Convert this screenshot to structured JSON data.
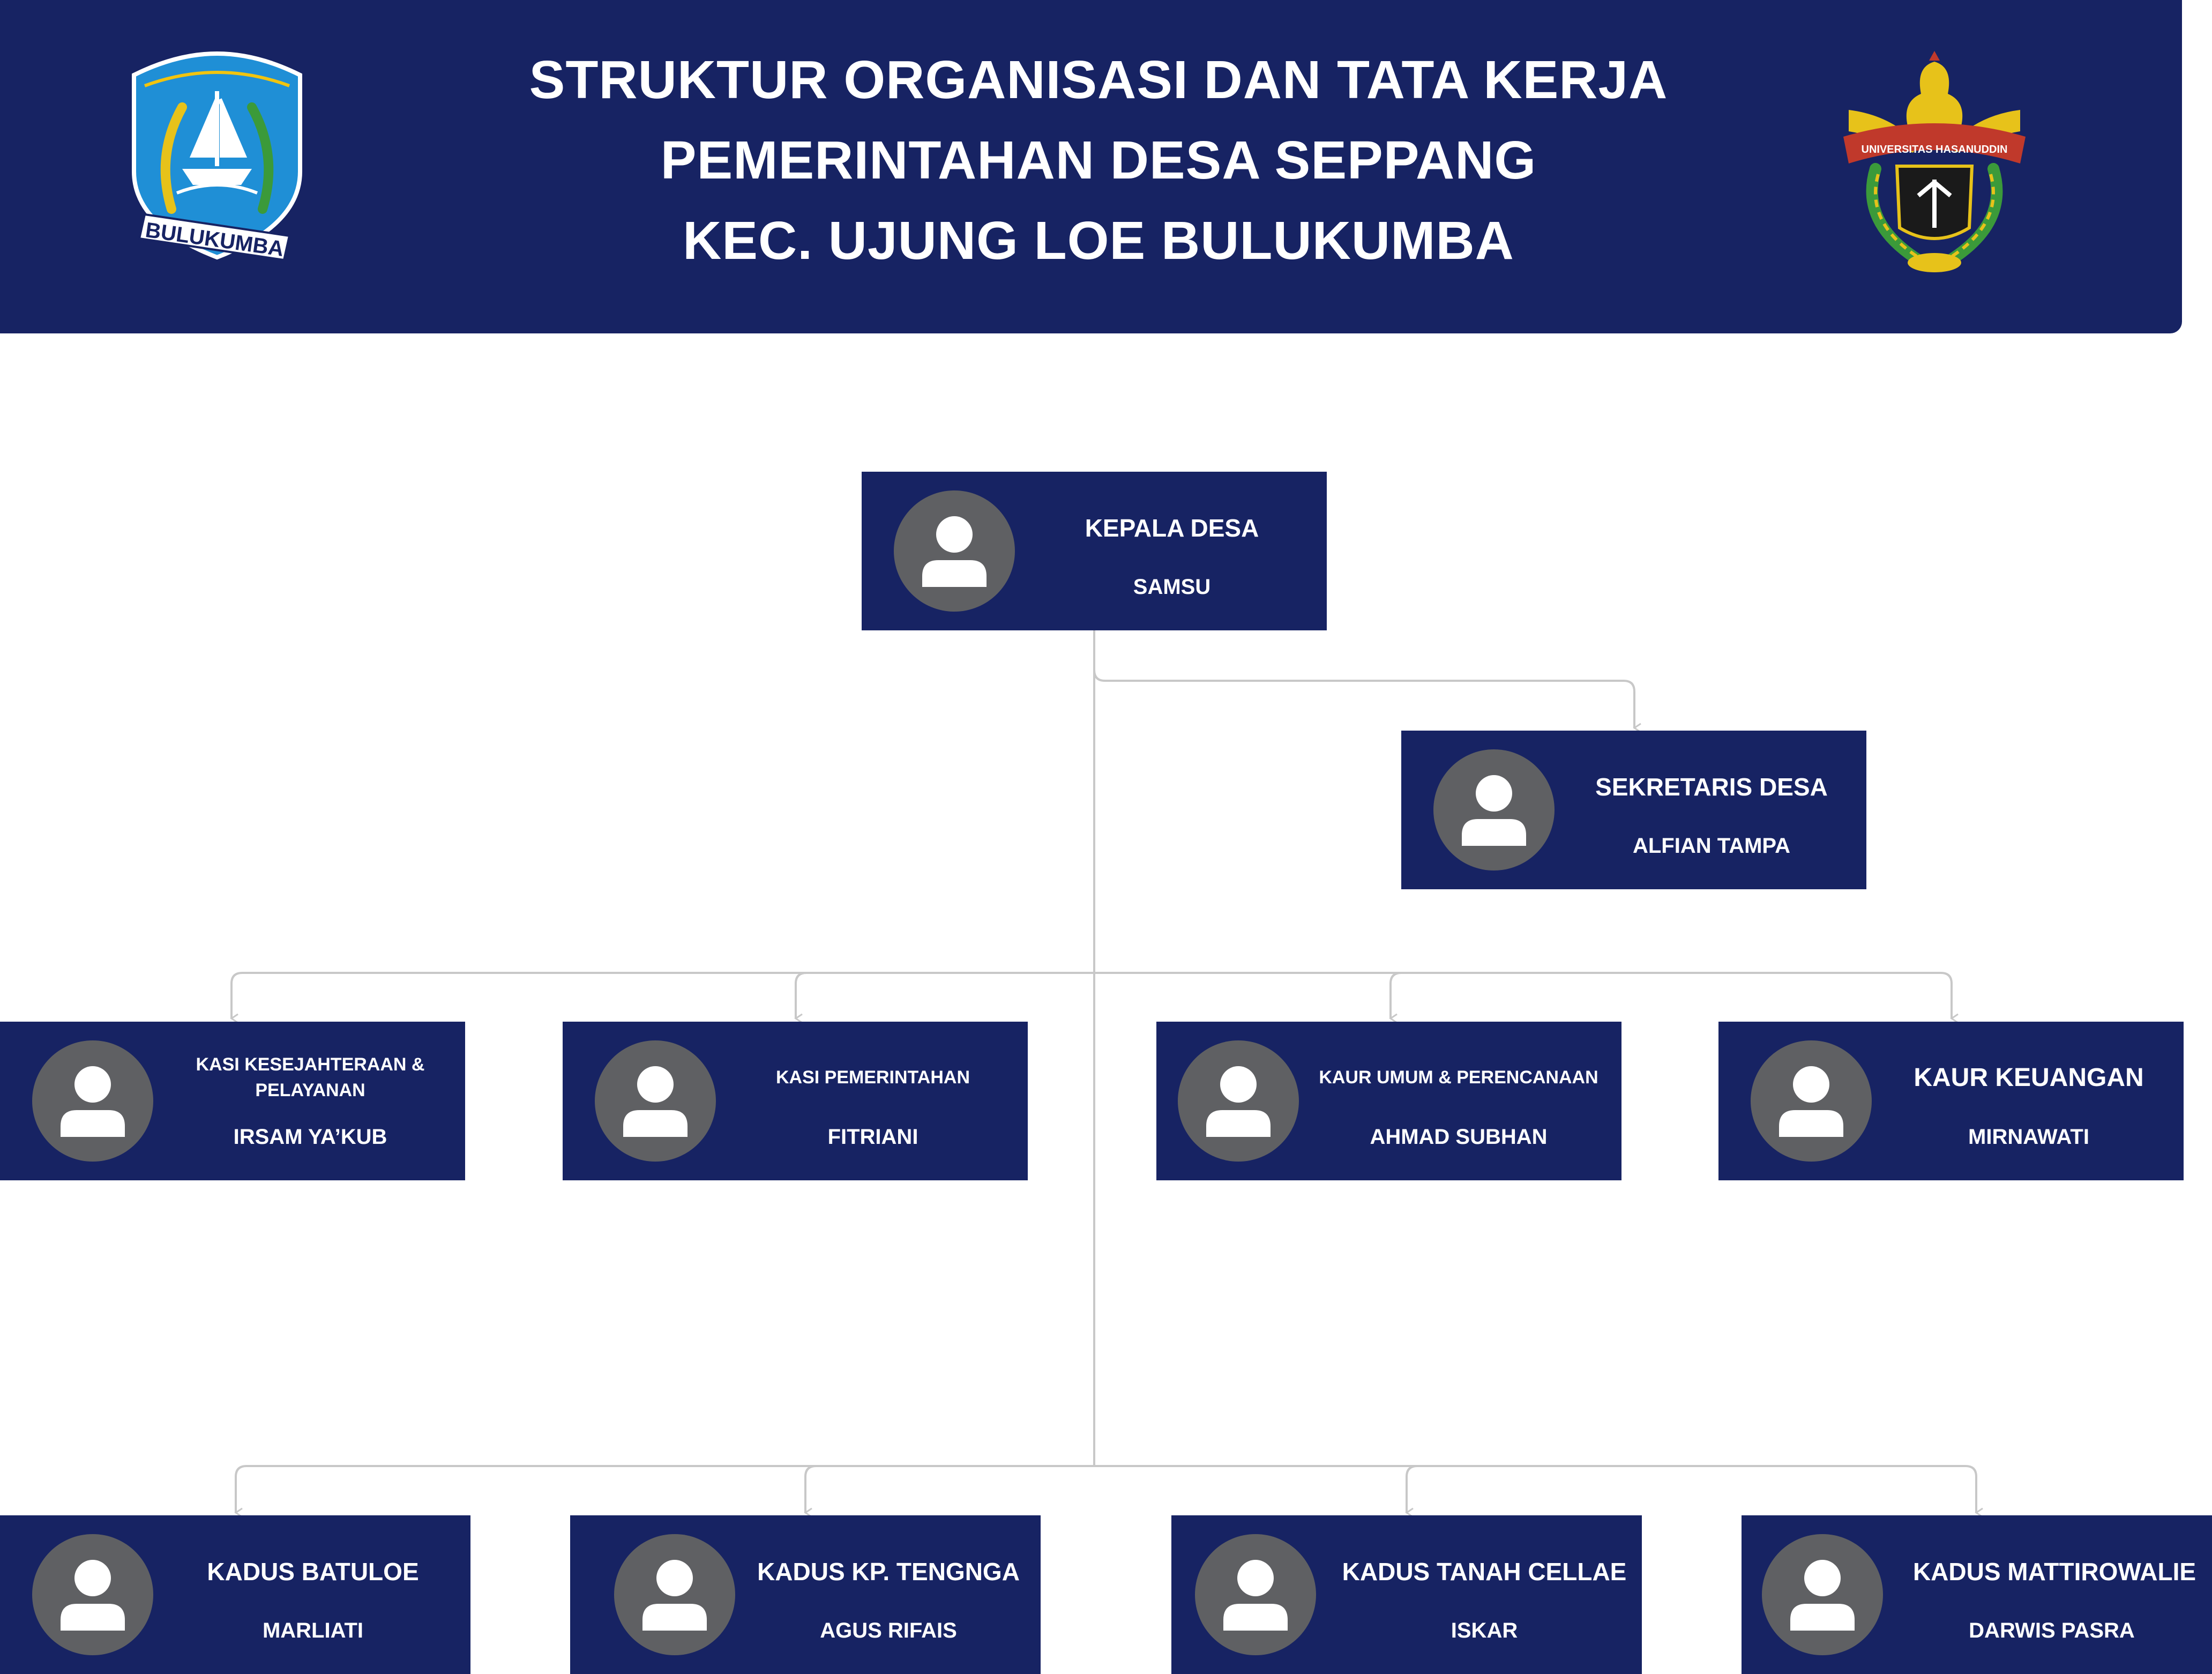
{
  "header": {
    "title_lines": [
      "STRUKTUR ORGANISASI DAN TATA KERJA",
      "PEMERINTAHAN DESA SEPPANG",
      "KEC. UJUNG LOE BULUKUMBA"
    ],
    "left_logo": {
      "icon": "bulukumba-emblem-icon",
      "text": "BULUKUMBA"
    },
    "right_logo": {
      "icon": "unhas-emblem-icon",
      "text": "UNIVERSITAS HASANUDDIN"
    }
  },
  "colors": {
    "header_bg": "#172363",
    "card_bg": "#172363",
    "avatar_bg": "#5f6063",
    "connector": "#c8c8c8",
    "text": "#ffffff"
  },
  "nodes": [
    {
      "id": "kepala-desa",
      "role": "KEPALA DESA",
      "name": "SAMSU",
      "avatar_icon": "person-icon"
    },
    {
      "id": "sekretaris-desa",
      "role": "SEKRETARIS DESA",
      "name": "ALFIAN TAMPA",
      "avatar_icon": "person-icon"
    },
    {
      "id": "kasi-kesejahteraan",
      "role": "KASI KESEJAHTERAAN & PELAYANAN",
      "name": "IRSAM YA’KUB",
      "avatar_icon": "person-icon"
    },
    {
      "id": "kasi-pemerintahan",
      "role": "KASI PEMERINTAHAN",
      "name": "FITRIANI",
      "avatar_icon": "person-icon"
    },
    {
      "id": "kaur-umum",
      "role": "KAUR UMUM & PERENCANAAN",
      "name": "AHMAD SUBHAN",
      "avatar_icon": "person-icon"
    },
    {
      "id": "kaur-keuangan",
      "role": "KAUR KEUANGAN",
      "name": "MIRNAWATI",
      "avatar_icon": "person-icon"
    },
    {
      "id": "kadus-batuloe",
      "role": "KADUS BATULOE",
      "name": "MARLIATI",
      "avatar_icon": "person-icon"
    },
    {
      "id": "kadus-kp-tengnga",
      "role": "KADUS KP. TENGNGA",
      "name": "AGUS RIFAIS",
      "avatar_icon": "person-icon"
    },
    {
      "id": "kadus-tanah-cellae",
      "role": "KADUS TANAH CELLAE",
      "name": "ISKAR",
      "avatar_icon": "person-icon"
    },
    {
      "id": "kadus-mattirowalie",
      "role": "KADUS MATTIROWALIE",
      "name": "DARWIS PASRA",
      "avatar_icon": "person-icon"
    }
  ],
  "edges": [
    {
      "from": "kepala-desa",
      "to": "sekretaris-desa"
    },
    {
      "from": "kepala-desa",
      "to": "kasi-kesejahteraan"
    },
    {
      "from": "kepala-desa",
      "to": "kasi-pemerintahan"
    },
    {
      "from": "kepala-desa",
      "to": "kaur-umum"
    },
    {
      "from": "kepala-desa",
      "to": "kaur-keuangan"
    },
    {
      "from": "kepala-desa",
      "to": "kadus-batuloe"
    },
    {
      "from": "kepala-desa",
      "to": "kadus-kp-tengnga"
    },
    {
      "from": "kepala-desa",
      "to": "kadus-tanah-cellae"
    },
    {
      "from": "kepala-desa",
      "to": "kadus-mattirowalie"
    }
  ]
}
